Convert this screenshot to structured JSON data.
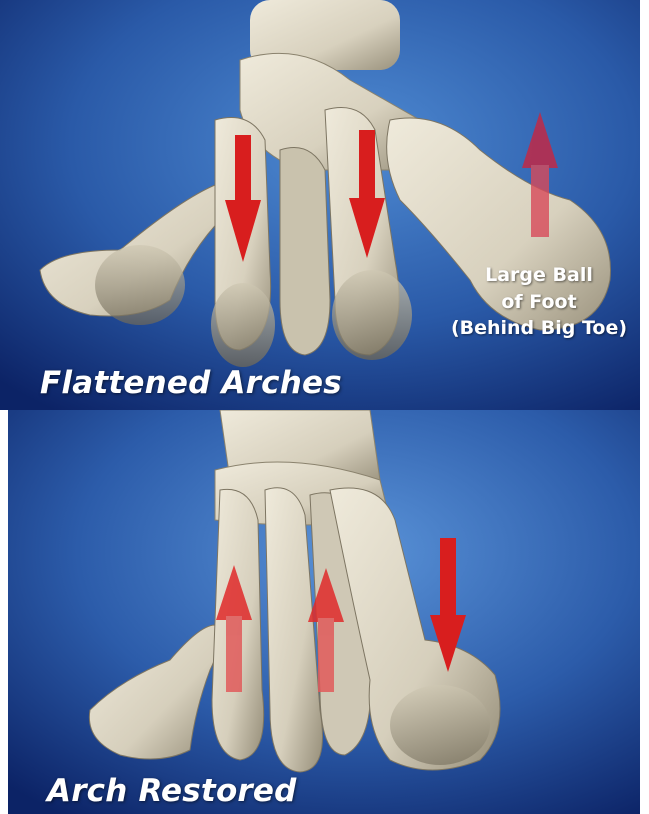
{
  "top_panel": {
    "caption": "Flattened Arches",
    "ball_label": {
      "line1": "Large Ball",
      "line2": "of Foot",
      "line3": "(Behind Big Toe)"
    }
  },
  "bottom_panel": {
    "caption": "Arch Restored"
  },
  "colors": {
    "background_dark": "#0f2a72",
    "background_light": "#3f79c6",
    "bone": "#ddd7c6",
    "bone_shadow": "#8f8773",
    "arrow_red": "#d81e1e",
    "arrow_faded": "#e05a5a",
    "text": "#ffffff"
  },
  "icons": [
    "arrow-down-icon",
    "arrow-up-icon"
  ]
}
